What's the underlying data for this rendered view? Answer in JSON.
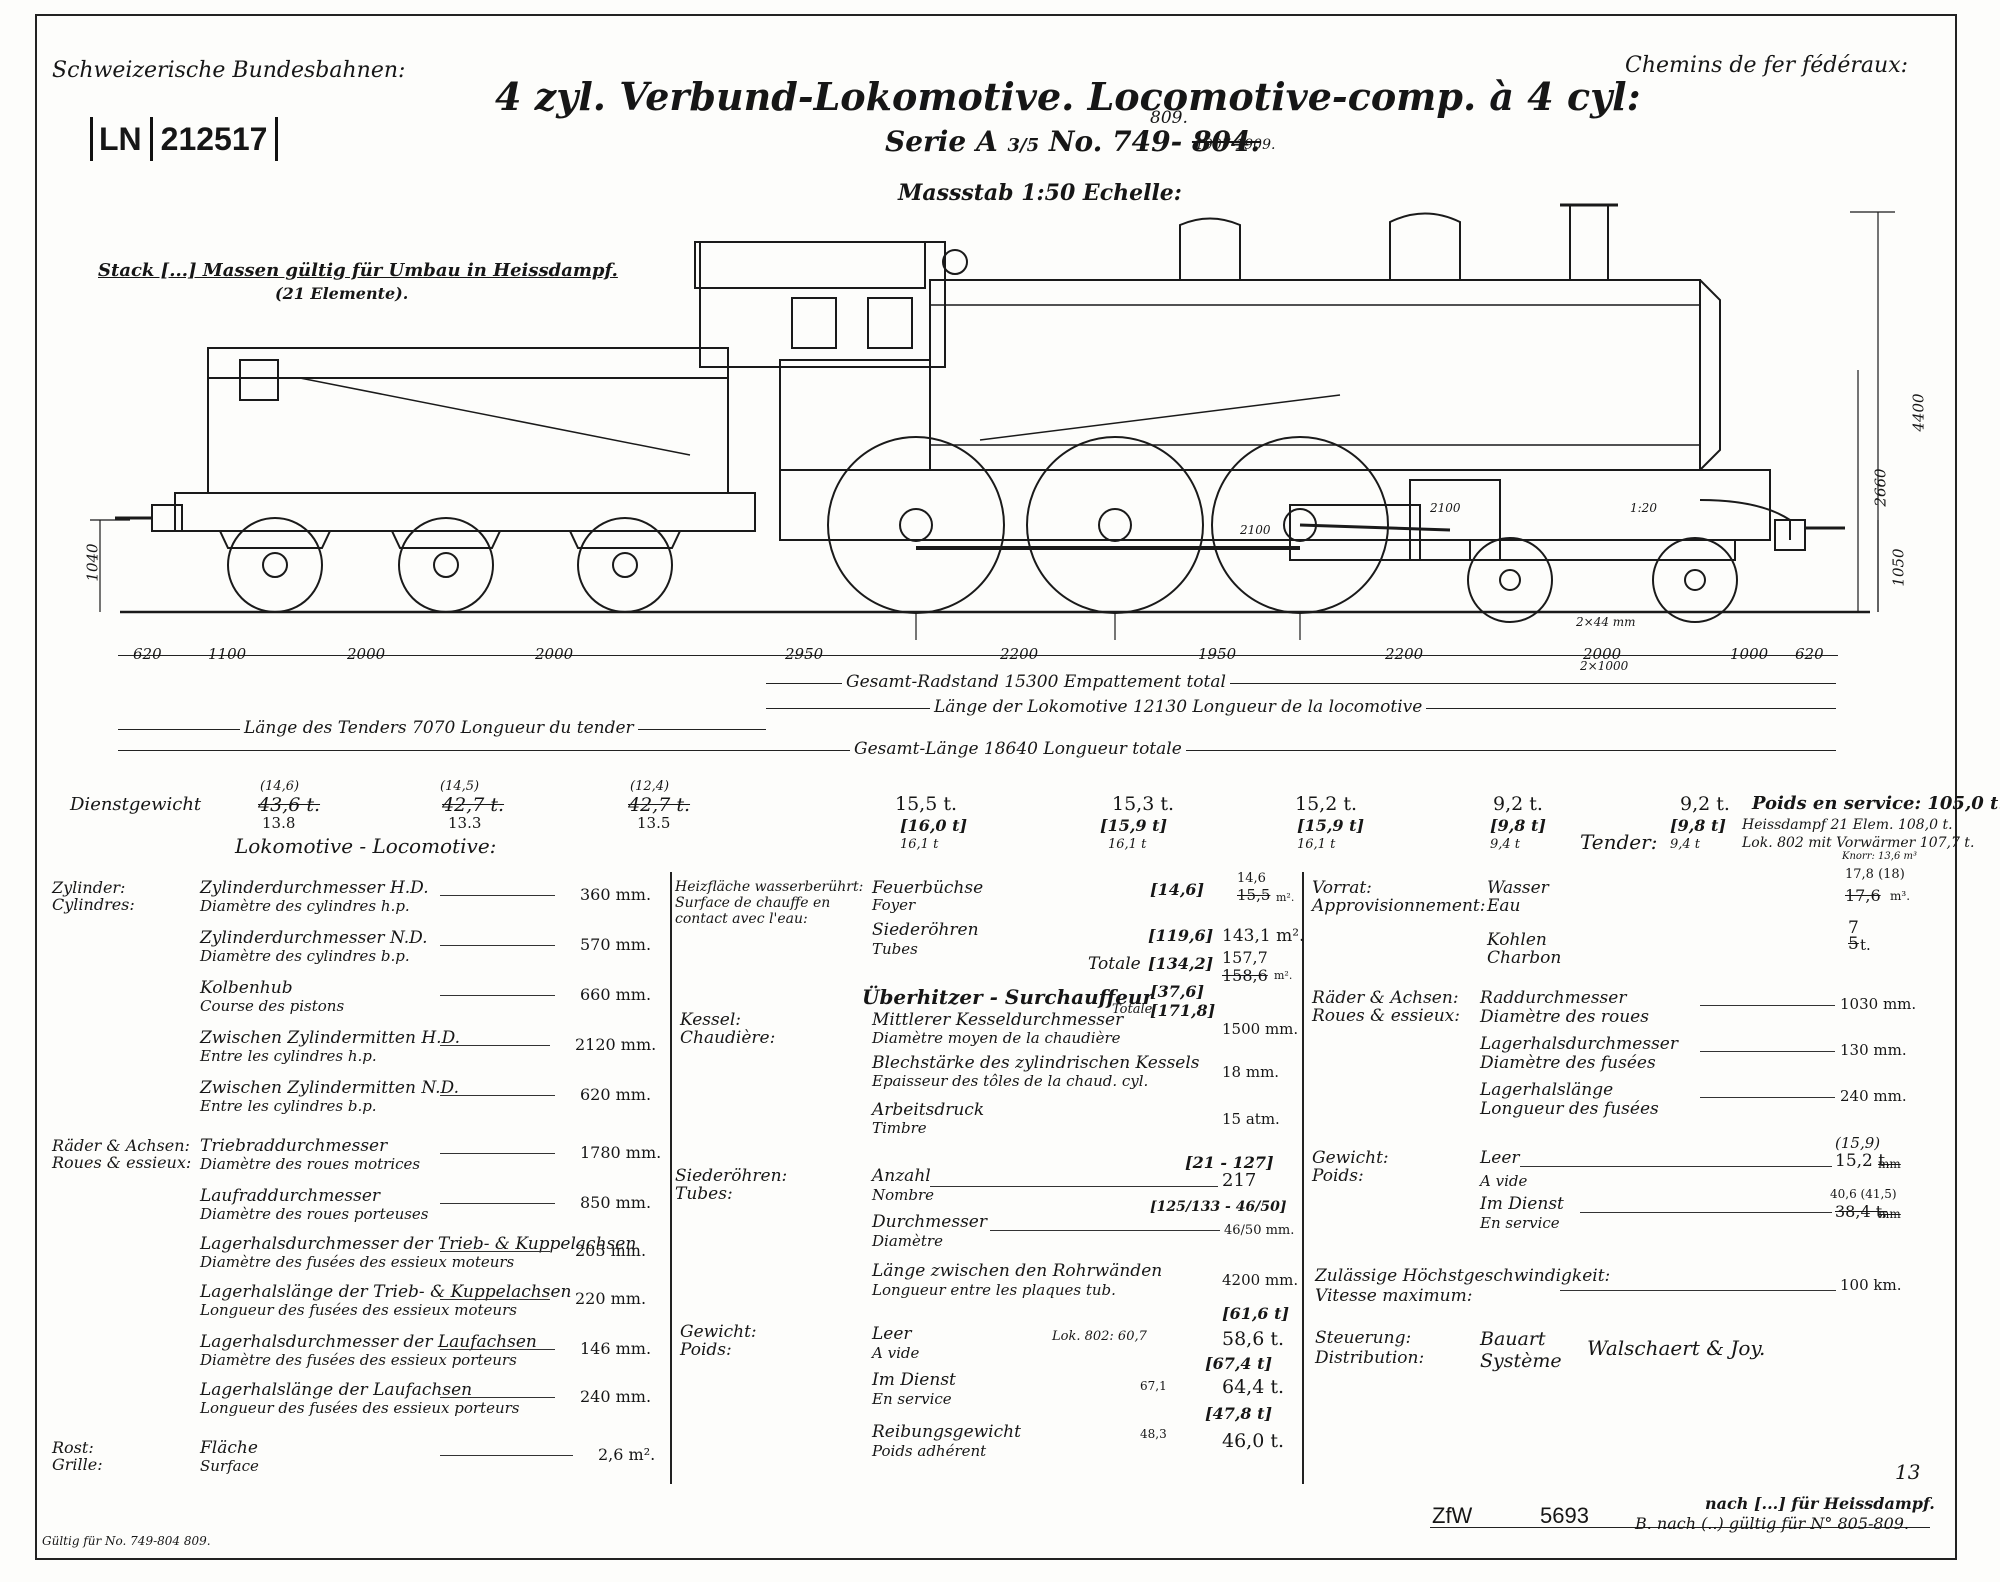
{
  "header": {
    "left": "Schweizerische Bundesbahnen:",
    "right": "Chemins de fer fédéraux:",
    "title": "4 zyl. Verbund-Lokomotive. Locomotive-comp. à 4 cyl:",
    "serie_prefix": "Serie A",
    "serie_class": "3/5",
    "serie_no": "No. 749-",
    "serie_struck": "804.",
    "serie_above": "809.",
    "serie_years": "1907-1909.",
    "scale": "Massstab 1:50 Echelle:",
    "ln_label": "LN",
    "ln_number": "212517",
    "note_line1": "Stack [...] Massen gültig für Umbau in Heissdampf.",
    "note_line2": "(21 Elemente)."
  },
  "drawing": {
    "dim_vertical": {
      "h4400": "4400",
      "h2660": "2660",
      "h1050": "1050",
      "h1040": "1040"
    },
    "dim_labels": {
      "d2100a": "2100",
      "d2100b": "2100",
      "d1_20": "1:20",
      "d2x44": "2×44 mm",
      "d2x1000": "2×1000"
    },
    "segments": [
      "620",
      "1100",
      "2000",
      "2000",
      "2950",
      "2200",
      "1950",
      "2200",
      "2000",
      "1000",
      "620"
    ],
    "lines": {
      "radstand": "Gesamt-Radstand 15300 Empattement total",
      "lok_len": "Länge der Lokomotive 12130 Longueur de la locomotive",
      "tender_len": "Länge des Tenders 7070 Longueur du tender",
      "total_len": "Gesamt-Länge 18640 Longueur totale"
    }
  },
  "weights": {
    "label": "Dienstgewicht",
    "tender_axles": [
      {
        "top": "(14,6)",
        "struck": "43,6 t.",
        "bottom": "13.8"
      },
      {
        "top": "(14,5)",
        "struck": "42,7 t.",
        "bottom": "13.3"
      },
      {
        "top": "(12,4)",
        "struck": "42,7 t.",
        "bottom": "13.5"
      }
    ],
    "loco_axles": [
      {
        "value": "15,5 t.",
        "bracket": "[16,0 t]",
        "below": "16,1 t"
      },
      {
        "value": "15,3 t.",
        "bracket": "[15,9 t]",
        "below": "16,1 t"
      },
      {
        "value": "15,2 t.",
        "bracket": "[15,9 t]",
        "below": "16,1 t"
      },
      {
        "value": "9,2 t.",
        "bracket": "[9,8 t]",
        "below": "9,4 t"
      },
      {
        "value": "9,2 t.",
        "bracket": "[9,8 t]",
        "below": "9,4 t"
      }
    ],
    "poids_service": "Poids en service: 105,0 t.",
    "tender_word": "Tender:",
    "heissdampf": "Heissdampf 21 Elem. 108,0 t.",
    "lok802": "Lok. 802 mit Vorwärmer 107,7 t.",
    "knorr": "Knorr: 13,6 m³",
    "section_heading": "Lokomotive - Locomotive:"
  },
  "col1": {
    "rows": [
      {
        "cat1": "Zylinder:",
        "cat2": "Cylindres:",
        "l1": "Zylinderdurchmesser H.D.",
        "l2": "Diamètre des cylindres h.p.",
        "value": "360 mm."
      },
      {
        "l1": "Zylinderdurchmesser N.D.",
        "l2": "Diamètre des cylindres b.p.",
        "value": "570 mm."
      },
      {
        "l1": "Kolbenhub",
        "l2": "Course des pistons",
        "value": "660 mm."
      },
      {
        "l1": "Zwischen Zylindermitten H.D.",
        "l2": "Entre les cylindres h.p.",
        "value": "2120 mm."
      },
      {
        "l1": "Zwischen Zylindermitten N.D.",
        "l2": "Entre les cylindres b.p.",
        "value": "620 mm."
      },
      {
        "cat1": "Räder & Achsen:",
        "cat2": "Roues & essieux:",
        "l1": "Triebraddurchmesser",
        "l2": "Diamètre des roues motrices",
        "value": "1780 mm."
      },
      {
        "l1": "Laufraddurchmesser",
        "l2": "Diamètre des roues porteuses",
        "value": "850 mm."
      },
      {
        "l1": "Lagerhalsdurchmesser der Trieb- & Kuppelachsen",
        "l2": "Diamètre des fusées des essieux moteurs",
        "value": "205 mm."
      },
      {
        "l1": "Lagerhalslänge der Trieb- & Kuppelachsen",
        "l2": "Longueur des fusées des essieux moteurs",
        "value": "220 mm."
      },
      {
        "l1": "Lagerhalsdurchmesser der Laufachsen",
        "l2": "Diamètre des fusées des essieux porteurs",
        "value": "146 mm."
      },
      {
        "l1": "Lagerhalslänge der Laufachsen",
        "l2": "Longueur des fusées des essieux porteurs",
        "value": "240 mm."
      },
      {
        "cat1": "Rost:",
        "cat2": "Grille:",
        "l1": "Fläche",
        "l2": "Surface",
        "value": "2,6 m²."
      }
    ]
  },
  "col2": {
    "heiz_cat": [
      "Heizfläche wasserberührt:",
      "Surface de chauffe en",
      "contact avec l'eau:"
    ],
    "feuer": {
      "l1": "Feuerbüchse",
      "l2": "Foyer",
      "bracket": "[14,6]",
      "v_new": "14,6",
      "v_old": "15,5",
      "unit": "m²."
    },
    "siede": {
      "l1": "Siederöhren",
      "l2": "Tubes",
      "bracket": "[119,6]",
      "value": "143,1 m²."
    },
    "totale": {
      "label": "Totale",
      "bracket": "[134,2]",
      "v_new": "157,7",
      "v_old": "158,6",
      "unit": "m²."
    },
    "ueber": {
      "label": "Überhitzer - Surchauffeur",
      "bracket": "[37,6]",
      "totale": "Totale",
      "bracket2": "[171,8]"
    },
    "kessel_cat": [
      "Kessel:",
      "Chaudière:"
    ],
    "kessel_rows": [
      {
        "l1": "Mittlerer Kesseldurchmesser",
        "l2": "Diamètre moyen de la chaudière",
        "value": "1500 mm."
      },
      {
        "l1": "Blechstärke des zylindrischen Kessels",
        "l2": "Epaisseur des tôles de la chaud. cyl.",
        "value": "18 mm."
      },
      {
        "l1": "Arbeitsdruck",
        "l2": "Timbre",
        "value": "15 atm."
      }
    ],
    "siede_cat": [
      "Siederöhren:",
      "Tubes:"
    ],
    "anzahl": {
      "l1": "Anzahl",
      "l2": "Nombre",
      "bracket": "[21 - 127]",
      "value": "217"
    },
    "durchm": {
      "l1": "Durchmesser",
      "l2": "Diamètre",
      "bracket": "[125/133 - 46/50]",
      "value": "46/50 mm."
    },
    "laenge": {
      "l1": "Länge zwischen den Rohrwänden",
      "l2": "Longueur entre les plaques tub.",
      "value": "4200 mm."
    },
    "gewicht_cat": [
      "Gewicht:",
      "Poids:"
    ],
    "leer": {
      "l1": "Leer",
      "l2": "A vide",
      "note": "Lok. 802: 60,7",
      "bracket": "[61,6 t]",
      "value": "58,6 t."
    },
    "dienst": {
      "l1": "Im Dienst",
      "l2": "En service",
      "note": "67,1",
      "bracket": "[67,4 t]",
      "value": "64,4 t."
    },
    "reib": {
      "l1": "Reibungsgewicht",
      "l2": "Poids adhérent",
      "note": "48,3",
      "bracket": "[47,8 t]",
      "value": "46,0 t."
    }
  },
  "col3": {
    "vorrat_cat": [
      "Vorrat:",
      "Approvisionnement:"
    ],
    "wasser": {
      "l1": "Wasser",
      "l2": "Eau",
      "v_new": "17,8 (18)",
      "v_old": "17,6",
      "unit": "m³."
    },
    "kohlen": {
      "l1": "Kohlen",
      "l2": "Charbon",
      "v_new": "7",
      "v_old": "5",
      "unit": "t."
    },
    "raeder_cat": [
      "Räder & Achsen:",
      "Roues & essieux:"
    ],
    "raeder_rows": [
      {
        "l1": "Raddurchmesser",
        "l2": "Diamètre des roues",
        "value": "1030 mm."
      },
      {
        "l1": "Lagerhalsdurchmesser",
        "l2": "Diamètre des fusées",
        "value": "130 mm."
      },
      {
        "l1": "Lagerhalslänge",
        "l2": "Longueur des fusées",
        "value": "240 mm."
      }
    ],
    "gewicht_cat": [
      "Gewicht:",
      "Poids:"
    ],
    "leer": {
      "l1": "Leer",
      "l2": "A vide",
      "top": "(15,9)",
      "value": "15,2 t.",
      "struck": "mm"
    },
    "dienst": {
      "l1": "Im Dienst",
      "l2": "En service",
      "top": "40,6 (41,5)",
      "value": "38,4 t.",
      "struck": "mm"
    },
    "speed": {
      "l1": "Zulässige Höchstgeschwindigkeit:",
      "l2": "Vitesse maximum:",
      "value": "100 km."
    },
    "steuer": {
      "l1": "Steuerung:",
      "l2": "Distribution:",
      "m1": "Bauart",
      "m2": "Système",
      "value": "Walschaert & Joy."
    }
  },
  "footer": {
    "page_no": "13",
    "zfw": "ZfW",
    "zfw_no": "5693",
    "note1": "nach [...] für Heissdampf.",
    "note2": "B. nach (..) gültig für N° 805-809.",
    "gueltig": "Gültig für No. 749-804 809."
  }
}
